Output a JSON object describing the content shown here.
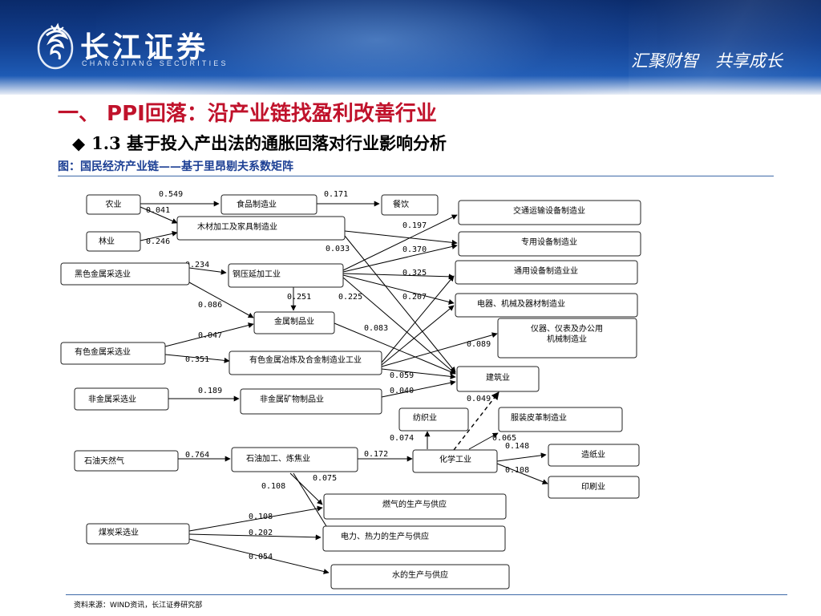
{
  "header": {
    "logo_cn": "长江证券",
    "logo_en": "CHANGJIANG SECURITIES",
    "slogan": "汇聚财智　共享成长"
  },
  "slide": {
    "title": "一、 PPI回落：沿产业链找盈利改善行业",
    "subtitle_marker": "◆",
    "subtitle": "1.3 基于投入产出法的通胀回落对行业影响分析",
    "figure_caption": "图：国民经济产业链——基于里昂剔夫系数矩阵",
    "source": "资料来源：WIND资讯，长江证券研究部"
  },
  "colors": {
    "title_red": "#c0122b",
    "caption_blue": "#1c3f94",
    "header_dark": "#0a2a6a",
    "rule": "#3e6aa8"
  },
  "nodes": {
    "agri": "农业",
    "forest": "林业",
    "ferrous_mining": "黑色金属采选业",
    "nonferrous_mining": "有色金属采选业",
    "nonmetal_mining": "非金属采选业",
    "oil_gas": "石油天然气",
    "coal": "煤炭采选业",
    "food": "食品制造业",
    "wood": "木材加工及家具制造业",
    "steel": "钢压延加工业",
    "metal_products": "金属制品业",
    "nonferrous_smelting": "有色金属冶炼及合金制造业工业",
    "nonmetal_products": "非金属矿物制品业",
    "petro": "石油加工、炼焦业",
    "chemical": "化学工业",
    "catering": "餐饮",
    "transport_equip": "交通运输设备制造业",
    "special_equip": "专用设备制造业",
    "general_equip": "通用设备制造业业",
    "electrical": "电器、机械及器材制造业",
    "instruments": "仪器、仪表及办公用机械制造业",
    "construction": "建筑业",
    "textile": "纺织业",
    "apparel": "服装皮革制造业",
    "paper": "造纸业",
    "printing": "印刷业",
    "gas": "燃气的生产与供应",
    "power": "电力、热力的生产与供应",
    "water": "水的生产与供应"
  },
  "edge_labels": {
    "agri_food": "0.549",
    "food_catering": "0.171",
    "agri_wood": "0.041",
    "forest_wood": "0.246",
    "wood_construction": "0.197",
    "wood_out": "0.033",
    "ferrous_steel": "0.234",
    "steel_special": "0.370",
    "steel_general": "0.325",
    "steel_electrical": "0.207",
    "steel_metal": "0.251",
    "steel_construction": "0.225",
    "ferrous_metal": "0.086",
    "nonferrous_metal": "0.047",
    "metal_construction": "0.083",
    "nonferrous_smelting": "0.351",
    "smelting_instruments": "0.089",
    "smelting_construction": "0.059",
    "nonmetal_products": "0.189",
    "nonmetal_construction": "0.040",
    "chem_construction": "0.049",
    "oil_petro": "0.764",
    "petro_chem": "0.172",
    "chem_textile": "0.074",
    "chem_apparel": "0.065",
    "chem_paper": "0.148",
    "chem_printing": "0.108",
    "petro_power": "0.108",
    "petro_gas": "0.075",
    "coal_gas": "0.108",
    "coal_power": "0.202",
    "coal_water": "0.054"
  }
}
